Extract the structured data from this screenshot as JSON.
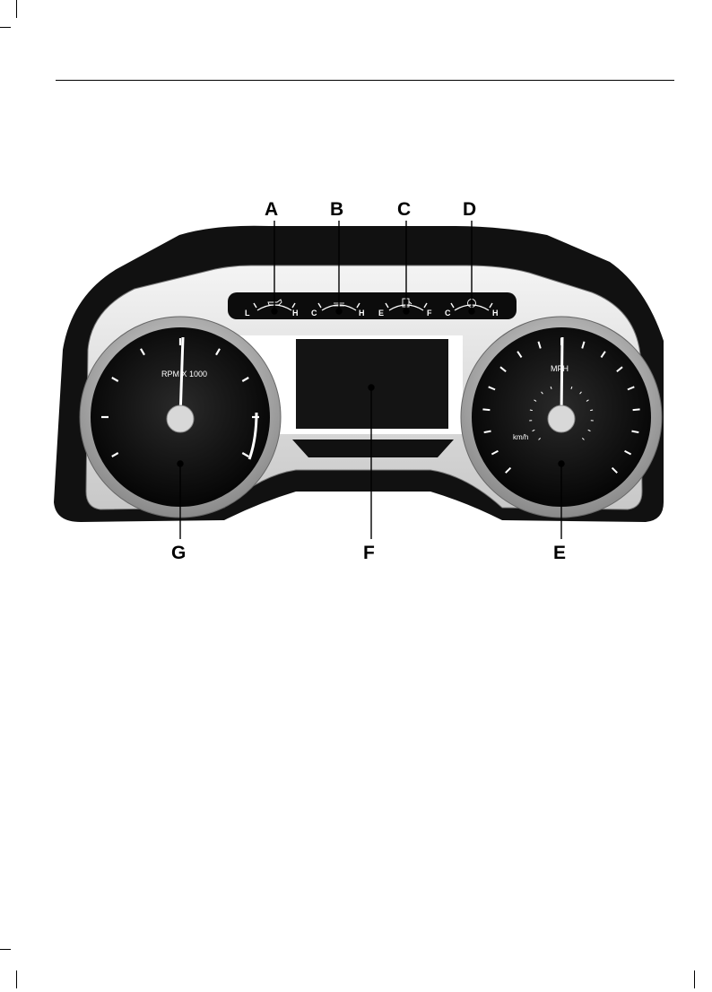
{
  "callouts": {
    "a": "A",
    "b": "B",
    "c": "C",
    "d": "D",
    "e": "E",
    "f": "F",
    "g": "G"
  },
  "gauges": {
    "a": {
      "low": "L",
      "high": "H",
      "icon": "oil-pressure-icon"
    },
    "b": {
      "low": "C",
      "high": "H",
      "icon": "coolant-temperature-icon"
    },
    "c": {
      "low": "E",
      "high": "F",
      "icon": "fuel-pump-icon"
    },
    "d": {
      "low": "C",
      "high": "H",
      "icon": "transmission-temperature-icon"
    }
  },
  "tachometer": {
    "label": "RPM X 1000"
  },
  "speedometer": {
    "label": "MPH",
    "secondary_label": "km/h"
  }
}
